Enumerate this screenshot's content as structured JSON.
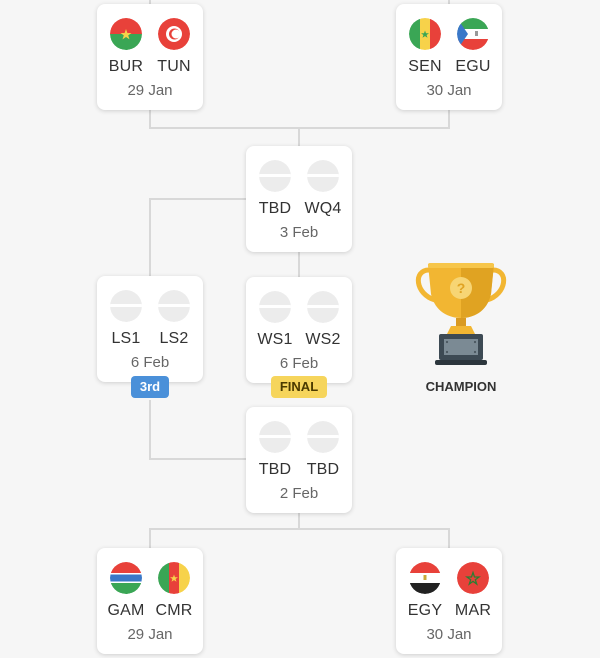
{
  "bracket": {
    "top_left": {
      "team1": "BUR",
      "team2": "TUN",
      "date": "29 Jan"
    },
    "top_right": {
      "team1": "SEN",
      "team2": "EGU",
      "date": "30 Jan"
    },
    "semi_top": {
      "team1": "TBD",
      "team2": "WQ4",
      "date": "3 Feb"
    },
    "third_place": {
      "team1": "LS1",
      "team2": "LS2",
      "date": "6 Feb",
      "badge": "3rd"
    },
    "final": {
      "team1": "WS1",
      "team2": "WS2",
      "date": "6 Feb",
      "badge": "FINAL"
    },
    "semi_bottom": {
      "team1": "TBD",
      "team2": "TBD",
      "date": "2 Feb"
    },
    "bottom_left": {
      "team1": "GAM",
      "team2": "CMR",
      "date": "29 Jan"
    },
    "bottom_right": {
      "team1": "EGY",
      "team2": "MAR",
      "date": "30 Jan"
    }
  },
  "champion": {
    "label": "CHAMPION",
    "icon": "trophy-icon",
    "mark": "?"
  },
  "colors": {
    "third_badge": "#4a90d9",
    "final_badge": "#f6d55c",
    "connector": "#d8d8d8",
    "trophy_gold": "#f2b632",
    "trophy_base": "#3d4a54"
  }
}
